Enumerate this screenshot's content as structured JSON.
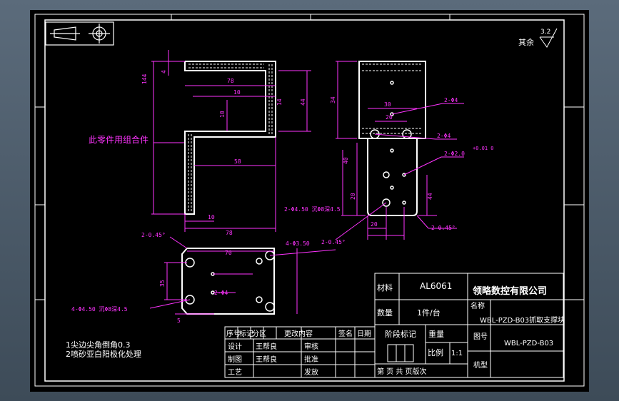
{
  "roughness": {
    "value": "3.2",
    "label": "其余"
  },
  "note_label": "此零件用组合件",
  "tech_notes": [
    "1尖边尖角倒角0.3",
    "2喷砂亚白阳极化处理"
  ],
  "title_block": {
    "material_label": "材料",
    "material_value": "AL6061",
    "company": "领略数控有限公司",
    "qty_label": "数量",
    "qty_value": "1件/台",
    "name_label": "名称",
    "part_name": "WBL-PZD-B03抓取支撑块",
    "drawing_no_label": "图号",
    "drawing_no": "WBL-PZD-B03",
    "stage_label": "阶段标记",
    "weight_label": "重量",
    "scale_label": "比例",
    "scale_value": "1:1",
    "machine_label": "机型",
    "sheet_text": "第 页 共 页版次",
    "rev_headers": [
      "序号",
      "标记",
      "分区",
      "更改内容",
      "签名",
      "日期"
    ],
    "roles": [
      {
        "role": "设计",
        "name": "王帮良",
        "approve": "审核"
      },
      {
        "role": "制图",
        "name": "王帮良",
        "approve": "批准"
      },
      {
        "role": "工艺",
        "name": "",
        "approve": "发放"
      }
    ]
  },
  "dims": {
    "left_view": {
      "width_78": "78",
      "width_10": "10",
      "width_58": "58",
      "width_10b": "10",
      "width_78b": "78",
      "h_144": "144",
      "h_14": "14",
      "h_10": "10",
      "h_44": "44",
      "h_4": "4"
    },
    "right_view": {
      "d_30": "30",
      "d_20": "20",
      "d_20b": "20",
      "d_34": "34",
      "d_44": "44",
      "d_40": "40",
      "d_20c": "20",
      "hole_a": "2-Φ4",
      "hole_b": "2-Φ4",
      "hole_c": "2-Φ2.0",
      "tol": "+0.01 0"
    },
    "bottom_view": {
      "d_70": "70",
      "d_35": "35",
      "d_5": "5",
      "hole_d": "2-Φ4"
    },
    "callouts": {
      "c1": "2-Φ4.50 沉Φ8深4.5",
      "c2": "4-Φ4.50 沉Φ8深4.5",
      "c3": "4-Φ3.50",
      "chamfer1": "2-0.45°",
      "chamfer2": "2-0.45°",
      "chamfer3": "2-0.45°"
    }
  }
}
